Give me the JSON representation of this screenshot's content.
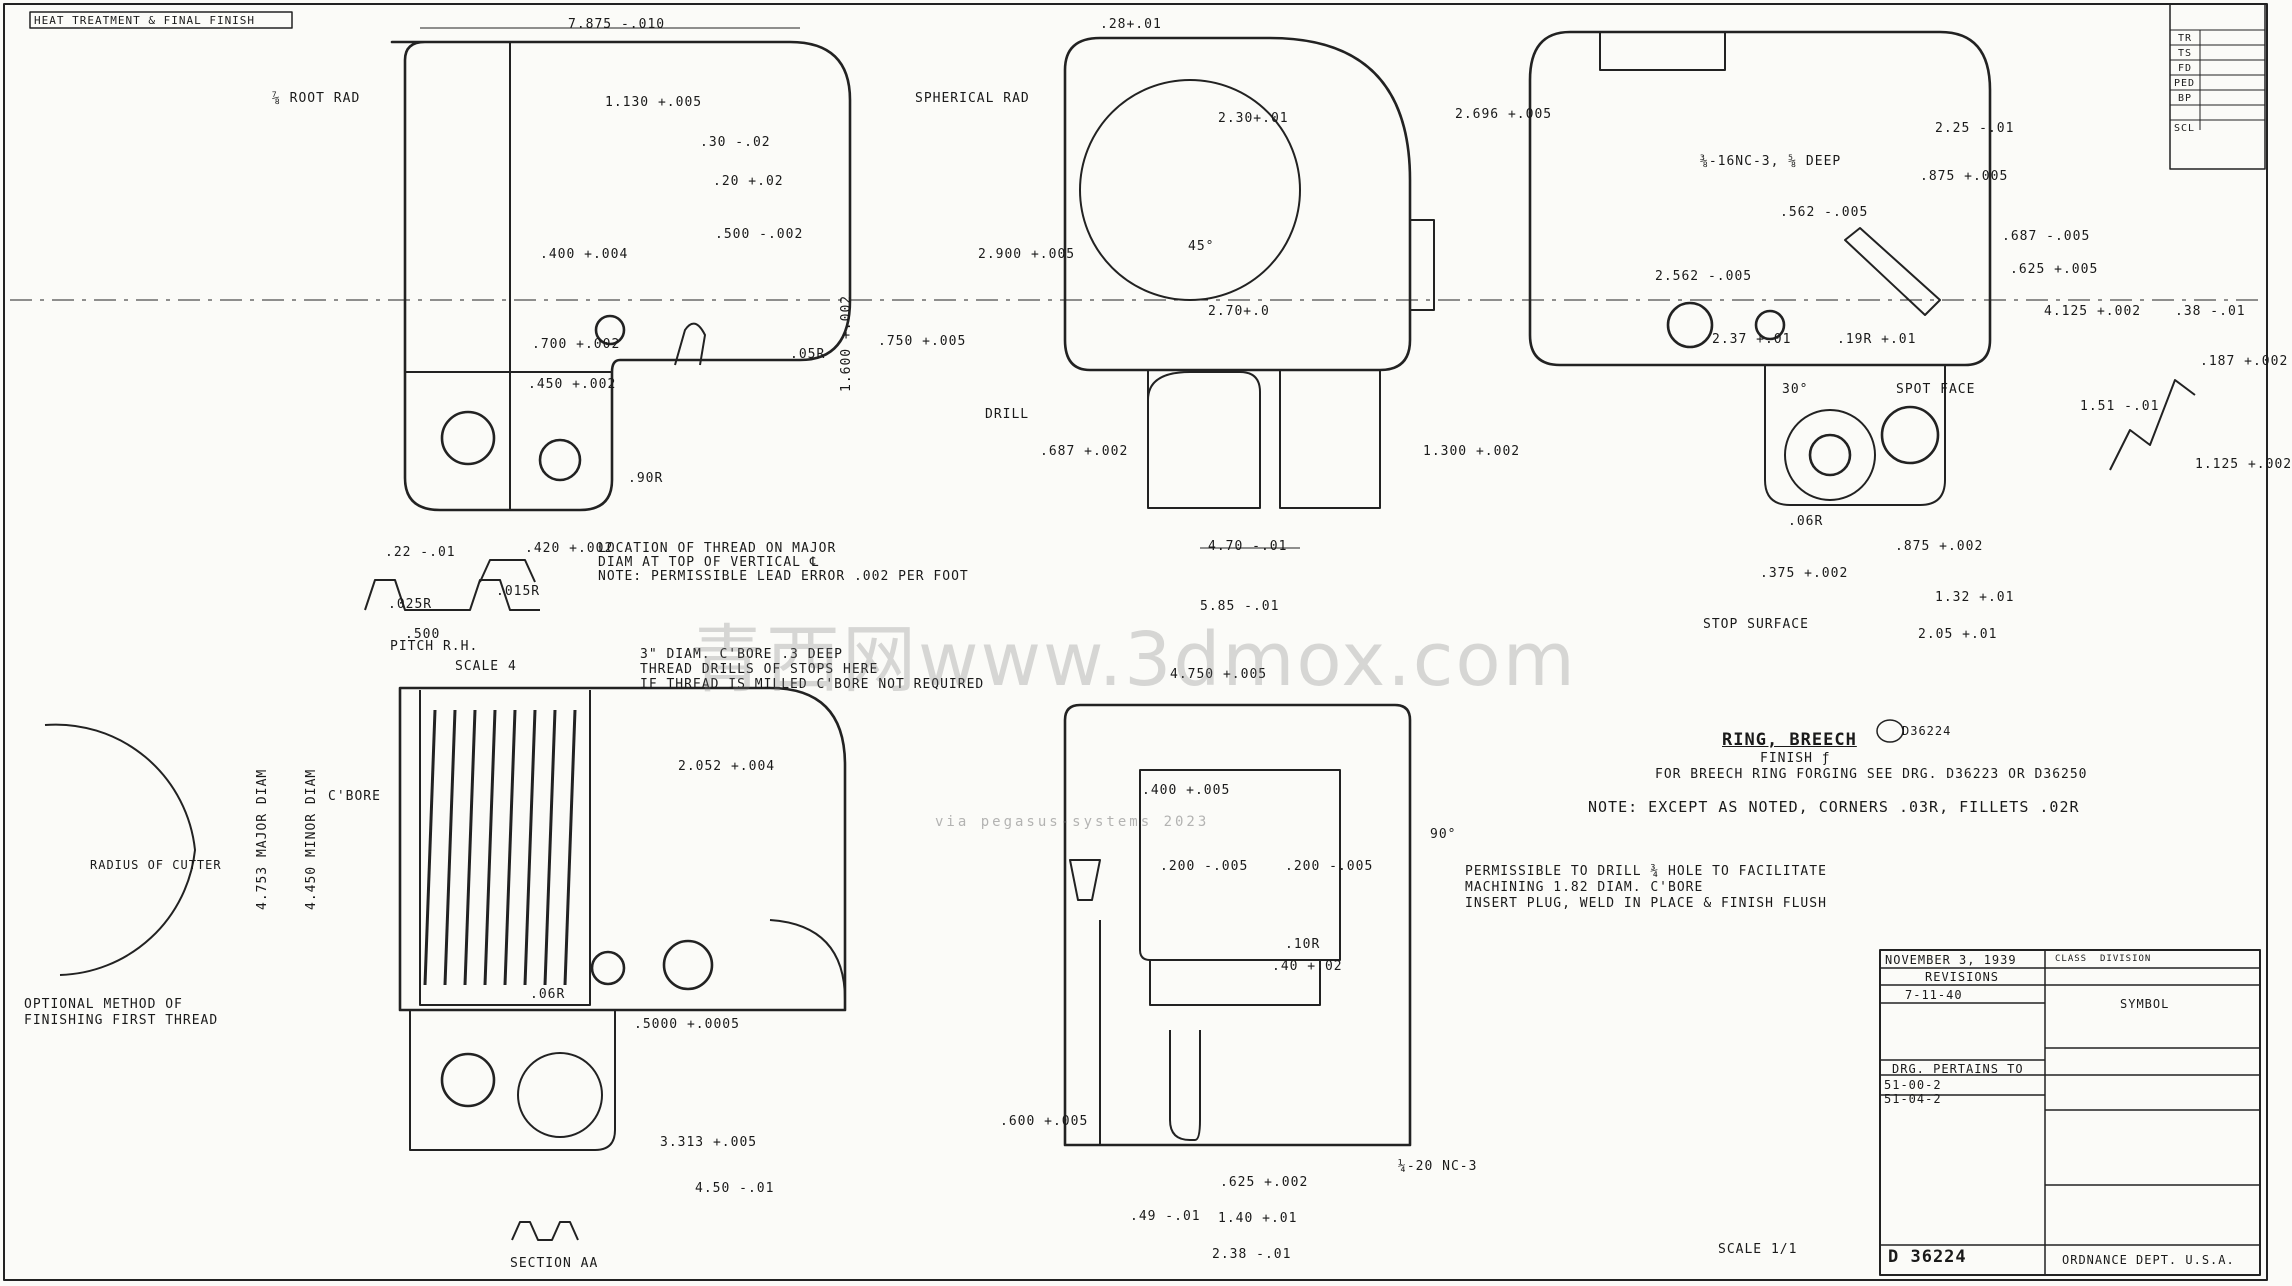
{
  "drawing": {
    "header_note": "HEAT TREATMENT & FINAL FINISH",
    "title": "RING, BREECH",
    "finish": "FINISH ƒ",
    "forging_note": "FOR BREECH RING FORGING SEE DRG. D36223 OR D36250",
    "number_circled": "D36224",
    "note": "NOTE: EXCEPT AS NOTED, CORNERS .03R, FILLETS .02R",
    "drill_note_1": "PERMISSIBLE TO DRILL ¾ HOLE TO FACILITATE",
    "drill_note_2": "MACHINING 1.82 DIAM. C'BORE",
    "drill_note_3": "INSERT PLUG, WELD IN PLACE & FINISH FLUSH",
    "thread_note_1": "LOCATION OF THREAD ON MAJOR",
    "thread_note_2": "DIAM AT TOP OF VERTICAL ℄",
    "thread_note_3": "NOTE: PERMISSIBLE LEAD ERROR .002 PER FOOT",
    "cbore_note_1": "3\" DIAM. C'BORE .3 DEEP",
    "cbore_note_2": "THREAD DRILLS OF STOPS HERE",
    "cbore_note_3": "IF THREAD IS MILLED C'BORE NOT REQUIRED",
    "optional_1": "OPTIONAL METHOD OF",
    "optional_2": "FINISHING FIRST THREAD",
    "radius_cutter": "RADIUS OF CUTTER",
    "scale_4": "SCALE 4",
    "scale_1": "SCALE 1/1",
    "section_aa": "SECTION AA",
    "stop_surface": "STOP SURFACE",
    "spot_face": "SPOT FACE",
    "spherical_rad": "SPHERICAL RAD",
    "root_rad": "⅞ ROOT RAD",
    "pitch": "PITCH R.H.",
    "major_diam": "4.753 MAJOR DIAM",
    "minor_diam": "4.450 MINOR DIAM",
    "cbore_label": "C'BORE",
    "thread_callout": "⅜-16NC-3, ⅝ DEEP",
    "thread_callout_2": "¼-20 NC-3",
    "drill_label": "DRILL",
    "dims": {
      "d7875": "7.875 -.010",
      "d28": ".28+.01",
      "d1130": "1.130 +.005",
      "d30": ".30 -.02",
      "d20": ".20 +.02",
      "d500": ".500 -.002",
      "d400": ".400 +.004",
      "d700": ".700 +.002",
      "d450": ".450 +.002",
      "d230": "2.30+.01",
      "d2696": "2.696 +.005",
      "d2900": "2.900 +.005",
      "d270": "2.70+.0",
      "d750": ".750 +.005",
      "d1600": "1.600 +.002",
      "d687a": ".687 +.002",
      "d1300": "1.300 +.002",
      "d470": "4.70 -.01",
      "d585": "5.85 -.01",
      "d4750": "4.750 +.005",
      "d225": "2.25 -.01",
      "d875a": ".875 +.005",
      "d562": ".562 -.005",
      "d2562": "2.562 -.005",
      "d237": "2.37 +.01",
      "d19": ".19R +.01",
      "d687b": ".687 -.005",
      "d625": ".625 +.005",
      "d4125": "4.125 +.002",
      "d38": ".38 -.01",
      "d187": ".187 +.002",
      "d151": "1.51 -.01",
      "d125": "1.125 +.002",
      "d875b": ".875 +.002",
      "d375": ".375 +.002",
      "d132": "1.32 +.01",
      "d205": "2.05 +.01",
      "d2052": "2.052 +.004",
      "d5000": ".5000 +.0005",
      "d3313": "3.313 +.005",
      "d450b": "4.50 -.01",
      "d400b": ".400 +.005",
      "d200a": ".200 -.005",
      "d200b": ".200 -.005",
      "d40": ".40 +.02",
      "d600": ".600 +.005",
      "d625b": ".625 +.002",
      "d140": "1.40 +.01",
      "d49": ".49 -.01",
      "d238": "2.38 -.01",
      "d22": ".22 -.01",
      "d420": ".420 +.002",
      "d025": ".025R",
      "d015": ".015R",
      "d500p": ".500",
      "d30deg": "30°",
      "d45deg": "45°",
      "d90deg": "90°",
      "r06a": ".06R",
      "r06b": ".06R",
      "r05": ".05R",
      "r10": ".10R",
      "r90": ".90R"
    }
  },
  "title_block": {
    "date": "NOVEMBER 3, 1939",
    "revisions": "REVISIONS",
    "rev1": "7-11-40",
    "symbol": "SYMBOL",
    "pertains": "DRG. PERTAINS TO",
    "pert1": "51-00-2",
    "pert2": "51-04-2",
    "number": "D 36224",
    "dept": "ORDNANCE DEPT. U.S.A.",
    "class": "CLASS",
    "division": "DIVISION",
    "col_tr": "TR",
    "col_ts": "TS",
    "col_fd": "FD",
    "col_ped": "PED",
    "col_bp": "BP",
    "col_scl": "SCL"
  },
  "watermark": "青西网www.3dmox.com",
  "via": "via pegasus-systems 2023"
}
